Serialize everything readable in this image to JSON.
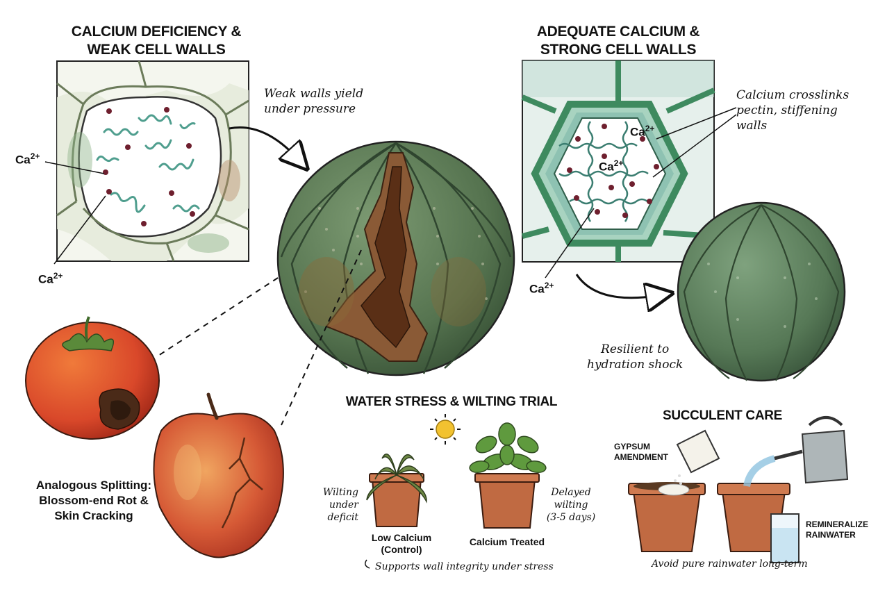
{
  "titles": {
    "deficiency_line1": "CALCIUM DEFICIENCY &",
    "deficiency_line2": "WEAK CELL WALLS",
    "adequate_line1": "ADEQUATE CALCIUM &",
    "adequate_line2": "STRONG CELL WALLS",
    "water_stress": "WATER STRESS & WILTING TRIAL",
    "succulent_care": "SUCCULENT CARE"
  },
  "annotations": {
    "weak_walls_line1": "Weak walls yield",
    "weak_walls_line2": "under pressure",
    "crosslinks_line1": "Calcium crosslinks",
    "crosslinks_line2": "pectin, stiffening",
    "crosslinks_line3": "walls",
    "resilient_line1": "Resilient to",
    "resilient_line2": "hydration shock",
    "wilting_line1": "Wilting",
    "wilting_line2": "under",
    "wilting_line3": "deficit",
    "delayed_line1": "Delayed",
    "delayed_line2": "wilting",
    "delayed_line3": "(3-5 days)",
    "supports": "Supports wall integrity under stress",
    "avoid_rainwater": "Avoid pure rainwater long-term"
  },
  "ions": {
    "base": "Ca",
    "charge": "2+"
  },
  "labels": {
    "analogous_line1": "Analogous Splitting:",
    "analogous_line2": "Blossom-end Rot &",
    "analogous_line3": "Skin Cracking",
    "low_calcium_line1": "Low Calcium",
    "low_calcium_line2": "(Control)",
    "calcium_treated": "Calcium Treated",
    "gypsum_line1": "GYPSUM",
    "gypsum_line2": "AMENDMENT",
    "remineralize_line1": "REMINERALIZE",
    "remineralize_line2": "RAINWATER"
  },
  "colors": {
    "cactus_green": "#5f7f5a",
    "cactus_dark": "#3f5a3f",
    "crack_brown": "#6b3b1e",
    "wall_green": "#5fa37a",
    "wall_teal": "#3f8f86",
    "ion_maroon": "#6e1f2e",
    "tomato_red": "#d9482a",
    "apple_red": "#c9412d",
    "pot_terracotta": "#c06a42",
    "sun_yellow": "#f2c230"
  }
}
